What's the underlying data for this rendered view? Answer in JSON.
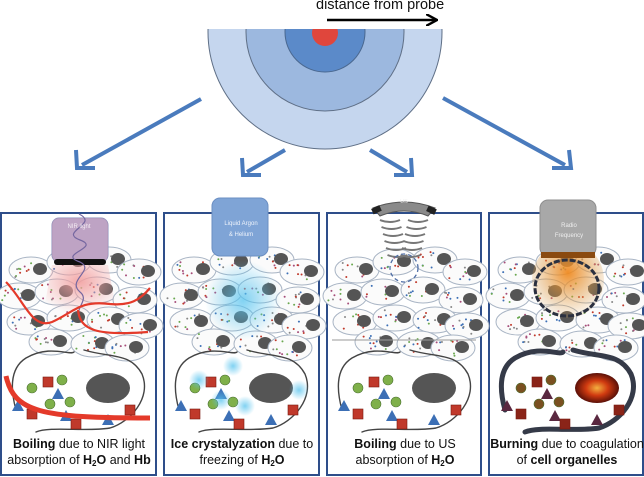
{
  "header": {
    "distance_label": "distance from probe"
  },
  "colors": {
    "panel_border": "#2e4e8a",
    "arrow": "#4a7bbd",
    "ring_outer": "#c5d6ee",
    "ring_2": "#9cb8df",
    "ring_3": "#5b8ac9",
    "core": "#e0463c",
    "nir_beam": "#e43a2a",
    "ice_glow": "#56c3ee",
    "rf_glow": "#e07a1c",
    "cell_nucleus": "#555555"
  },
  "zones": [
    "core",
    "inner zone",
    "middle zone",
    "outer zone"
  ],
  "panels": [
    {
      "id": "nir",
      "probe_label": "NIR light",
      "caption": {
        "bold1": "Boiling",
        "text1": " due to NIR light absorption of ",
        "bold2": "H",
        "sub": "2",
        "bold2b": "O",
        "text2": " and ",
        "bold3": "Hb"
      }
    },
    {
      "id": "cryo",
      "probe_label_line1": "Liquid Argon",
      "probe_label_line2": "& Helium",
      "caption": {
        "bold1": "Ice crystalyzation",
        "text1": " due to freezing of ",
        "bold2": "H",
        "sub": "2",
        "bold2b": "O"
      }
    },
    {
      "id": "us",
      "probe_label": "US",
      "caption": {
        "bold1": "Boiling",
        "text1": " due to US absorption of ",
        "bold2": "H",
        "sub": "2",
        "bold2b": "O"
      }
    },
    {
      "id": "rf",
      "probe_label_line1": "Radio",
      "probe_label_line2": "Frequency",
      "caption": {
        "bold1": "Burning",
        "text1": " due to coagulation of ",
        "bold2": "cell organelles"
      }
    }
  ]
}
